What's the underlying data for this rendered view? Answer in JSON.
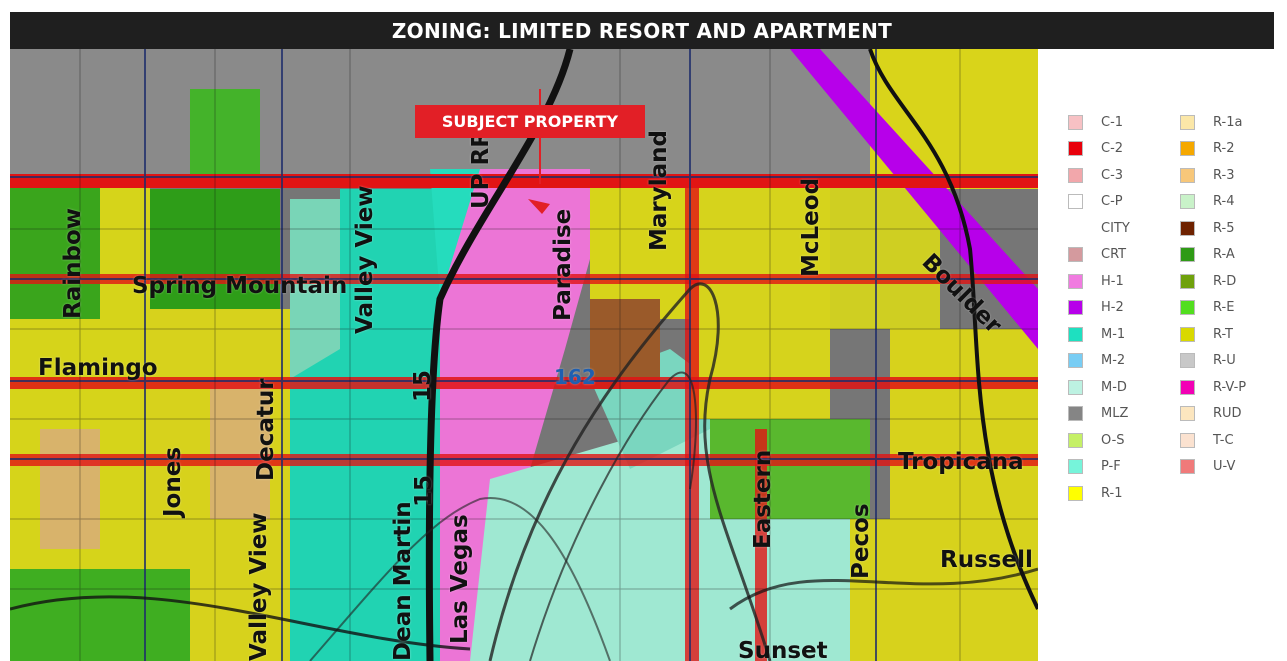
{
  "header": {
    "title": "ZONING: LIMITED RESORT AND APARTMENT"
  },
  "map": {
    "callout": "SUBJECT PROPERTY",
    "route_marker": "162",
    "road_labels": {
      "rainbow": "Rainbow",
      "spring_mountain": "Spring Mountain",
      "valley_view_top": "Valley View",
      "flamingo": "Flamingo",
      "decatur": "Decatur",
      "jones": "Jones",
      "i15_north": "15",
      "i15_south": "15",
      "up_rr": "UP RR",
      "paradise": "Paradise",
      "maryland": "Maryland",
      "mcleod": "McLeod",
      "boulder": "Boulder",
      "tropicana": "Tropicana",
      "eastern": "Eastern",
      "pecos": "Pecos",
      "russell": "Russell",
      "valley_view_bottom": "Valley View",
      "dean_martin": "Dean Martin",
      "las_vegas": "Las Vegas",
      "sunset": "Sunset"
    }
  },
  "legend": {
    "items": [
      {
        "code": "C-1",
        "color": "#f7c1c4"
      },
      {
        "code": "C-2",
        "color": "#e8000b"
      },
      {
        "code": "C-3",
        "color": "#f2a7ab"
      },
      {
        "code": "C-P",
        "color": "#ffffff"
      },
      {
        "code": "CITY",
        "color": ""
      },
      {
        "code": "CRT",
        "color": "#d49a9e"
      },
      {
        "code": "H-1",
        "color": "#f07be0"
      },
      {
        "code": "H-2",
        "color": "#b700ea"
      },
      {
        "code": "M-1",
        "color": "#1ee0c0"
      },
      {
        "code": "M-2",
        "color": "#78cdf4"
      },
      {
        "code": "M-D",
        "color": "#bdf2e2"
      },
      {
        "code": "MLZ",
        "color": "#858585"
      },
      {
        "code": "O-S",
        "color": "#c5f066"
      },
      {
        "code": "P-F",
        "color": "#76f4da"
      },
      {
        "code": "R-1",
        "color": "#ffff00"
      },
      {
        "code": "R-1a",
        "color": "#fbe7a8"
      },
      {
        "code": "R-2",
        "color": "#f5a800"
      },
      {
        "code": "R-3",
        "color": "#f7c77a"
      },
      {
        "code": "R-4",
        "color": "#c9f2c9"
      },
      {
        "code": "R-5",
        "color": "#6e2200"
      },
      {
        "code": "R-A",
        "color": "#2f9a16"
      },
      {
        "code": "R-D",
        "color": "#6fa10c"
      },
      {
        "code": "R-E",
        "color": "#52de1f"
      },
      {
        "code": "R-T",
        "color": "#d9d900"
      },
      {
        "code": "R-U",
        "color": "#c8c8c8"
      },
      {
        "code": "R-V-P",
        "color": "#f200b5"
      },
      {
        "code": "RUD",
        "color": "#fce6bf"
      },
      {
        "code": "T-C",
        "color": "#fbe2d0"
      },
      {
        "code": "U-V",
        "color": "#f07a7a"
      }
    ]
  }
}
